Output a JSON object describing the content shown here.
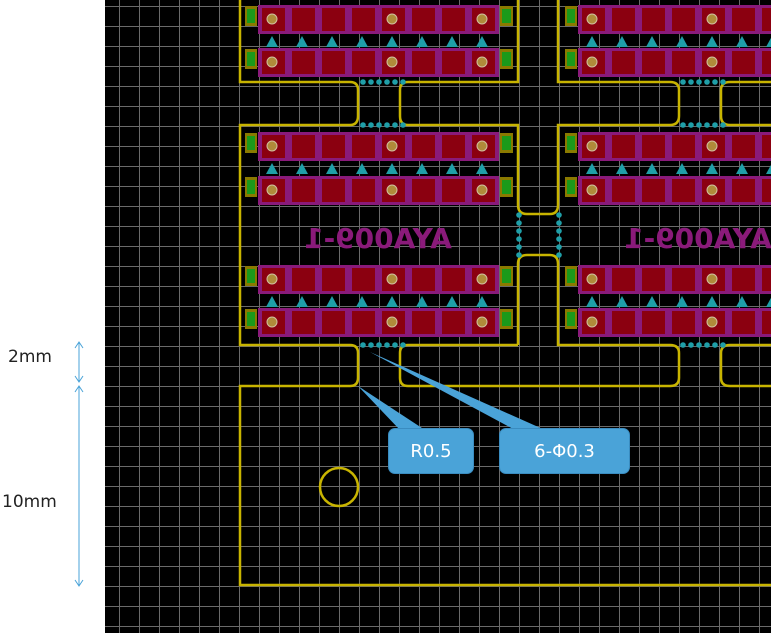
{
  "dimensions": {
    "gap": "2mm",
    "height": "10mm"
  },
  "callouts": {
    "radius": "R0.5",
    "holes": "6-Φ0.3"
  },
  "silkscreen": {
    "label": "AYA009-1"
  },
  "colors": {
    "outline": "#c8b400",
    "pad": "#8b0010",
    "mask": "#8a1a7a",
    "via": "#1f9fa8",
    "callout": "#4aa3d8"
  }
}
